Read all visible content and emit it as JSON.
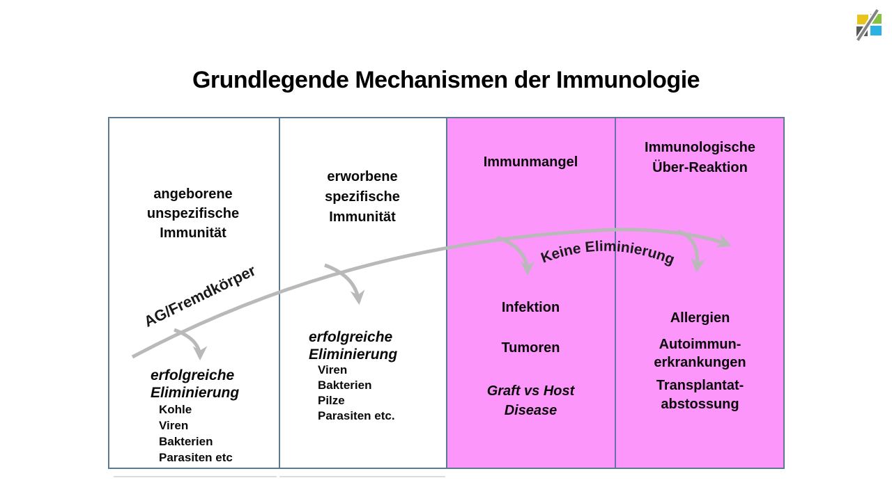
{
  "title": "Grundlegende Mechanismen der Immunologie",
  "palette": {
    "pink_cell": "#FC96FA",
    "table_border": "#5B7B95",
    "pink_divider": "#6B6FAF",
    "arrow_gray": "#B9B9B9",
    "text": "#000000"
  },
  "logo": {
    "icon": "squares-with-pen-logo",
    "colors": {
      "yellow": "#E7C51B",
      "green": "#86C240",
      "gray": "#58595B",
      "cyan": "#2BB2E5",
      "pen": "#838383"
    }
  },
  "columns": [
    {
      "header_lines": [
        "angeborene",
        "unspezifische",
        "Immunität"
      ],
      "result_lines": [
        "erfolgreiche",
        "Eliminierung"
      ],
      "items": [
        "Kohle",
        "Viren",
        "Bakterien",
        "Parasiten etc"
      ]
    },
    {
      "header_lines": [
        "erworbene",
        "spezifische",
        "Immunität"
      ],
      "result_lines": [
        "erfolgreiche",
        "Eliminierung"
      ],
      "items": [
        "Viren",
        "Bakterien",
        "Pilze",
        "Parasiten etc."
      ]
    },
    {
      "header_lines": [
        "Immunmangel"
      ],
      "items": [
        "Infektion",
        "Tumoren"
      ],
      "italic_lines": [
        "Graft vs Host",
        "Disease"
      ]
    },
    {
      "header_lines": [
        "Immunologische",
        "Über-Reaktion"
      ],
      "groups": [
        [
          "Allergien"
        ],
        [
          "Autoimmun-",
          "erkrankungen"
        ],
        [
          "Transplantat-",
          "abstossung"
        ]
      ]
    }
  ],
  "arrows": {
    "label_input": "AG/Fremdkörper",
    "label_no_elimination": "Keine Eliminierung"
  }
}
